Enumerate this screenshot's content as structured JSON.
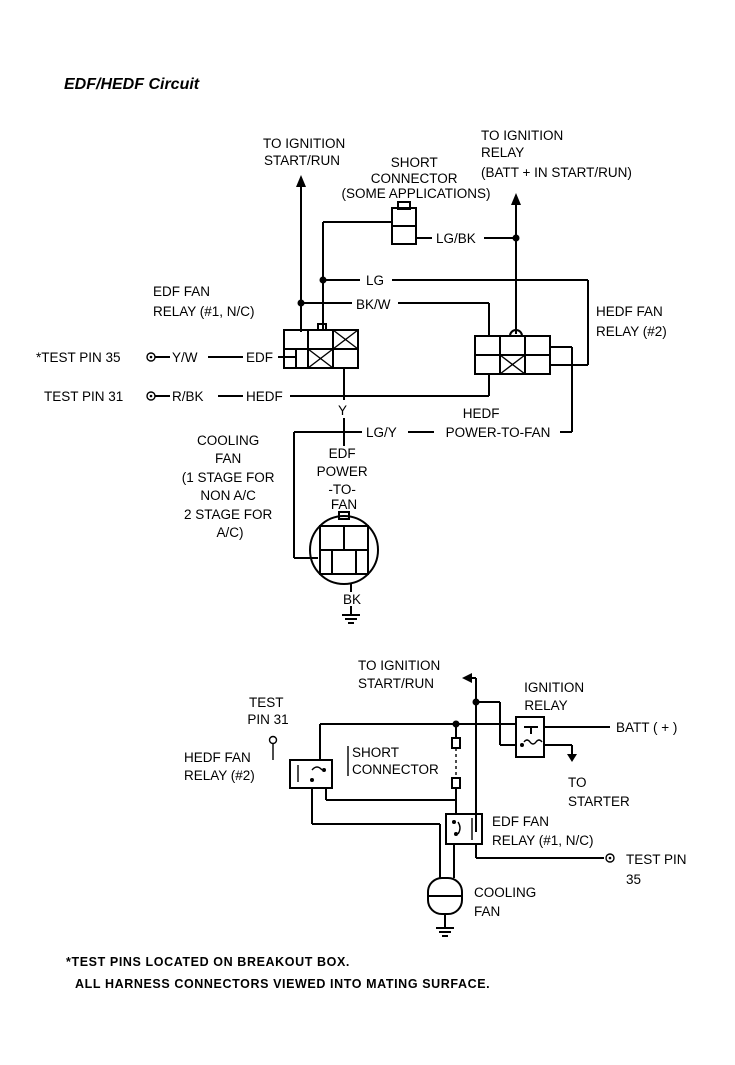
{
  "title": "EDF/HEDF Circuit",
  "top": {
    "ign_start_run": [
      "TO IGNITION",
      "START/RUN"
    ],
    "ign_relay": [
      "TO IGNITION",
      "RELAY",
      "(BATT + IN START/RUN)"
    ],
    "short_connector": [
      "SHORT",
      "CONNECTOR",
      "(SOME APPLICATIONS)"
    ],
    "wire_lgbk": "LG/BK",
    "wire_lg": "LG",
    "wire_bkw": "BK/W",
    "edf_relay": [
      "EDF FAN",
      "RELAY (#1, N/C)"
    ],
    "hedf_relay": [
      "HEDF FAN",
      "RELAY (#2)"
    ],
    "test_pin_35": "*TEST PIN 35",
    "wire_yw": "Y/W",
    "edf": "EDF",
    "test_pin_31": "TEST PIN 31",
    "wire_rbk": "R/BK",
    "hedf": "HEDF",
    "wire_y": "Y",
    "wire_lgy": "LG/Y",
    "hedf_power": [
      "HEDF",
      "POWER-TO-FAN"
    ],
    "cooling_fan": [
      "COOLING",
      "FAN",
      "(1 STAGE FOR",
      "NON A/C",
      "2 STAGE FOR",
      "A/C)"
    ],
    "edf_power": [
      "EDF",
      "POWER",
      "-TO-",
      "FAN"
    ],
    "wire_bk": "BK"
  },
  "bottom": {
    "ign_start_run": [
      "TO IGNITION",
      "START/RUN"
    ],
    "ignition_relay": [
      "IGNITION",
      "RELAY"
    ],
    "test_pin_31": [
      "TEST",
      "PIN 31"
    ],
    "batt": "BATT ( + )",
    "hedf_relay": [
      "HEDF FAN",
      "RELAY (#2)"
    ],
    "short_connector": [
      "SHORT",
      "CONNECTOR"
    ],
    "to_starter": [
      "TO",
      "STARTER"
    ],
    "edf_relay": [
      "EDF FAN",
      "RELAY (#1, N/C)"
    ],
    "test_pin_35": [
      "TEST PIN",
      "35"
    ],
    "cooling_fan": [
      "COOLING",
      "FAN"
    ]
  },
  "notes": [
    "*TEST PINS LOCATED ON BREAKOUT BOX.",
    "ALL HARNESS CONNECTORS VIEWED INTO MATING SURFACE."
  ]
}
